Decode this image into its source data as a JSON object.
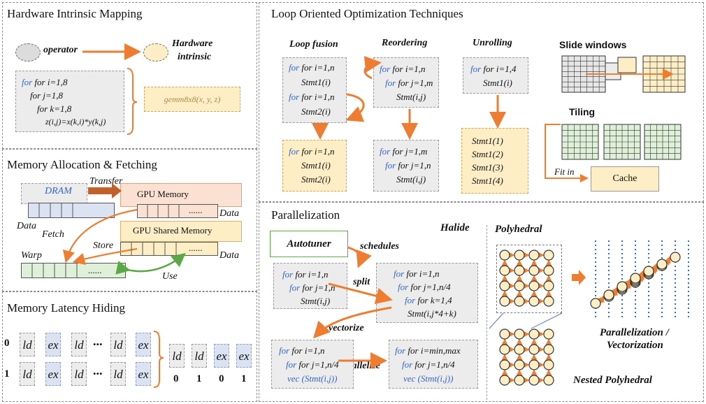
{
  "hw": {
    "title": "Hardware Intrinsic Mapping",
    "operator": "operator",
    "intrinsic_l1": "Hardware",
    "intrinsic_l2": "intrinsic",
    "code": [
      "for i=1,8",
      "for j=1,8",
      "for k=1,8",
      "z(i,j)=x(k,i)*y(k,j)"
    ],
    "gemm": "gemm8x8(x, y, z)"
  },
  "mem": {
    "title": "Memory Allocation & Fetching",
    "dram": "DRAM",
    "transfer": "Transfer",
    "gpu_memory": "GPU Memory",
    "dots": "......",
    "data": "Data",
    "fetch": "Fetch",
    "shared": "GPU Shared Memory",
    "store": "Store",
    "warp": "Warp",
    "use": "Use"
  },
  "lat": {
    "title": "Memory Latency Hiding",
    "row0": "0",
    "row1": "1",
    "ld": "ld",
    "ex": "ex",
    "ellipsis": "...",
    "col0": "0",
    "col1": "1"
  },
  "loop": {
    "title": "Loop Oriented Optimization Techniques",
    "fusion": "Loop fusion",
    "reordering": "Reordering",
    "unrolling": "Unrolling",
    "slide": "Slide windows",
    "tiling": "Tiling",
    "fitin": "Fit in",
    "cache": "Cache",
    "fusion_before": [
      "for i=1,n",
      "Stmt1(i)",
      "for i=1,n",
      "Stmt2(i)"
    ],
    "fusion_after": [
      "for i=1,n",
      "Stmt1(i)",
      "Stmt2(i)"
    ],
    "reorder_before": [
      "for i=1,n",
      "for j=1,m",
      "Stmt(i,j)"
    ],
    "reorder_after": [
      "for j=1,m",
      "for j=1,n",
      "Stmt(i,j)"
    ],
    "unroll_before": [
      "for i=1,4",
      "Stmt1(i)"
    ],
    "unroll_after": [
      "Stmt1(1)",
      "Stmt1(2)",
      "Stmt1(3)",
      "Stmt1(4)"
    ]
  },
  "par": {
    "title": "Parallelization",
    "halide": "Halide",
    "autotuner": "Autotuner",
    "schedules": "schedules",
    "split": "split",
    "vectorize": "vectorize",
    "parallelize": "parallelize",
    "code_a": [
      "for i=1,n",
      "for j=1,n",
      "Stmt(i,j)"
    ],
    "code_b": [
      "for i=1,n",
      "for j=1,n/4",
      "for k=1,4",
      "Stmt(i,j*4+k)"
    ],
    "code_c": [
      "for i=1,n",
      "for j=1,n/4",
      "vec (Stmt(i,j))"
    ],
    "code_d": [
      "for i=min,max",
      "for j=1,n/4",
      "vec (Stmt(i,j))"
    ],
    "polyhedral": "Polyhedral",
    "pv_l1": "Parallelization /",
    "pv_l2": "Vectorization",
    "nested": "Nested Polyhedral"
  }
}
